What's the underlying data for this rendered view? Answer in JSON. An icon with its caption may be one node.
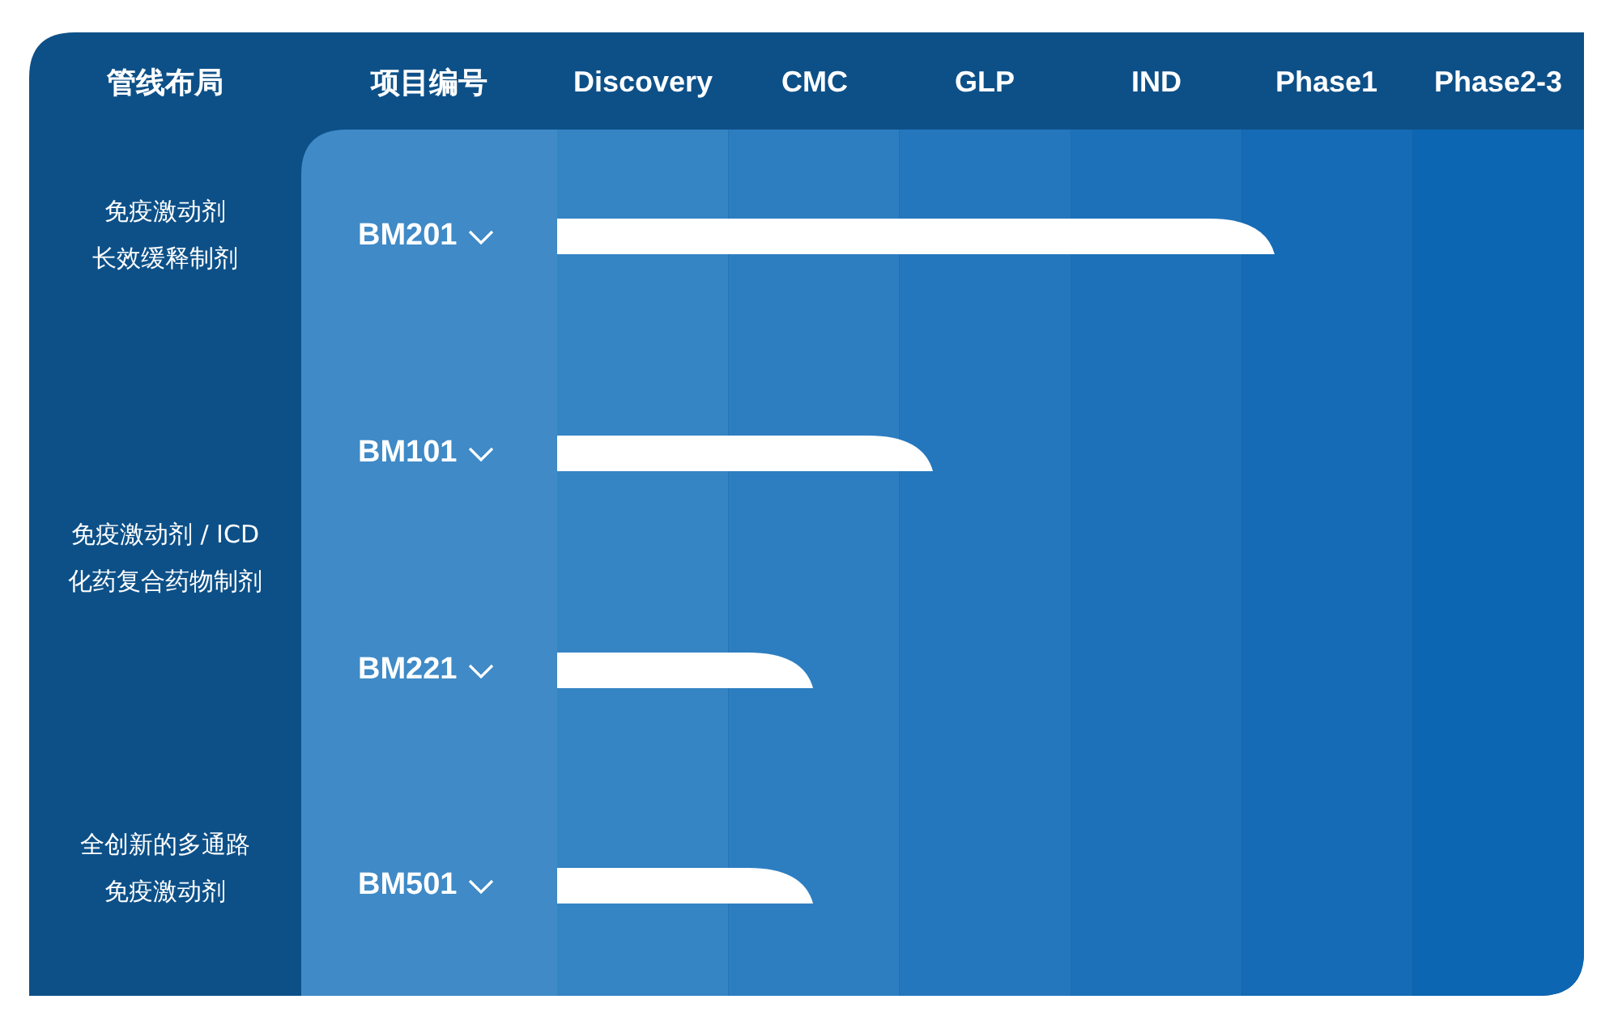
{
  "diagram": {
    "nodes": [
      {
        "text": [],
        "shape": "bar"
      },
      {
        "text": [],
        "shape": "bar"
      },
      {
        "text": [],
        "shape": "bar"
      },
      {
        "text": [],
        "shape": "bar"
      }
    ],
    "labels": [
      "管线布局",
      "项目编号",
      "Discovery",
      "CMC",
      "GLP",
      "IND",
      "Phase1",
      "Phase2-3",
      "免疫激动剂",
      "长效缓释制剂",
      "BM201",
      "BM101",
      "免疫激动剂 / ICD 化药复合药物制剂",
      "BM221",
      "全创新的多通路",
      "免疫激动剂",
      "BM501"
    ]
  }
}
